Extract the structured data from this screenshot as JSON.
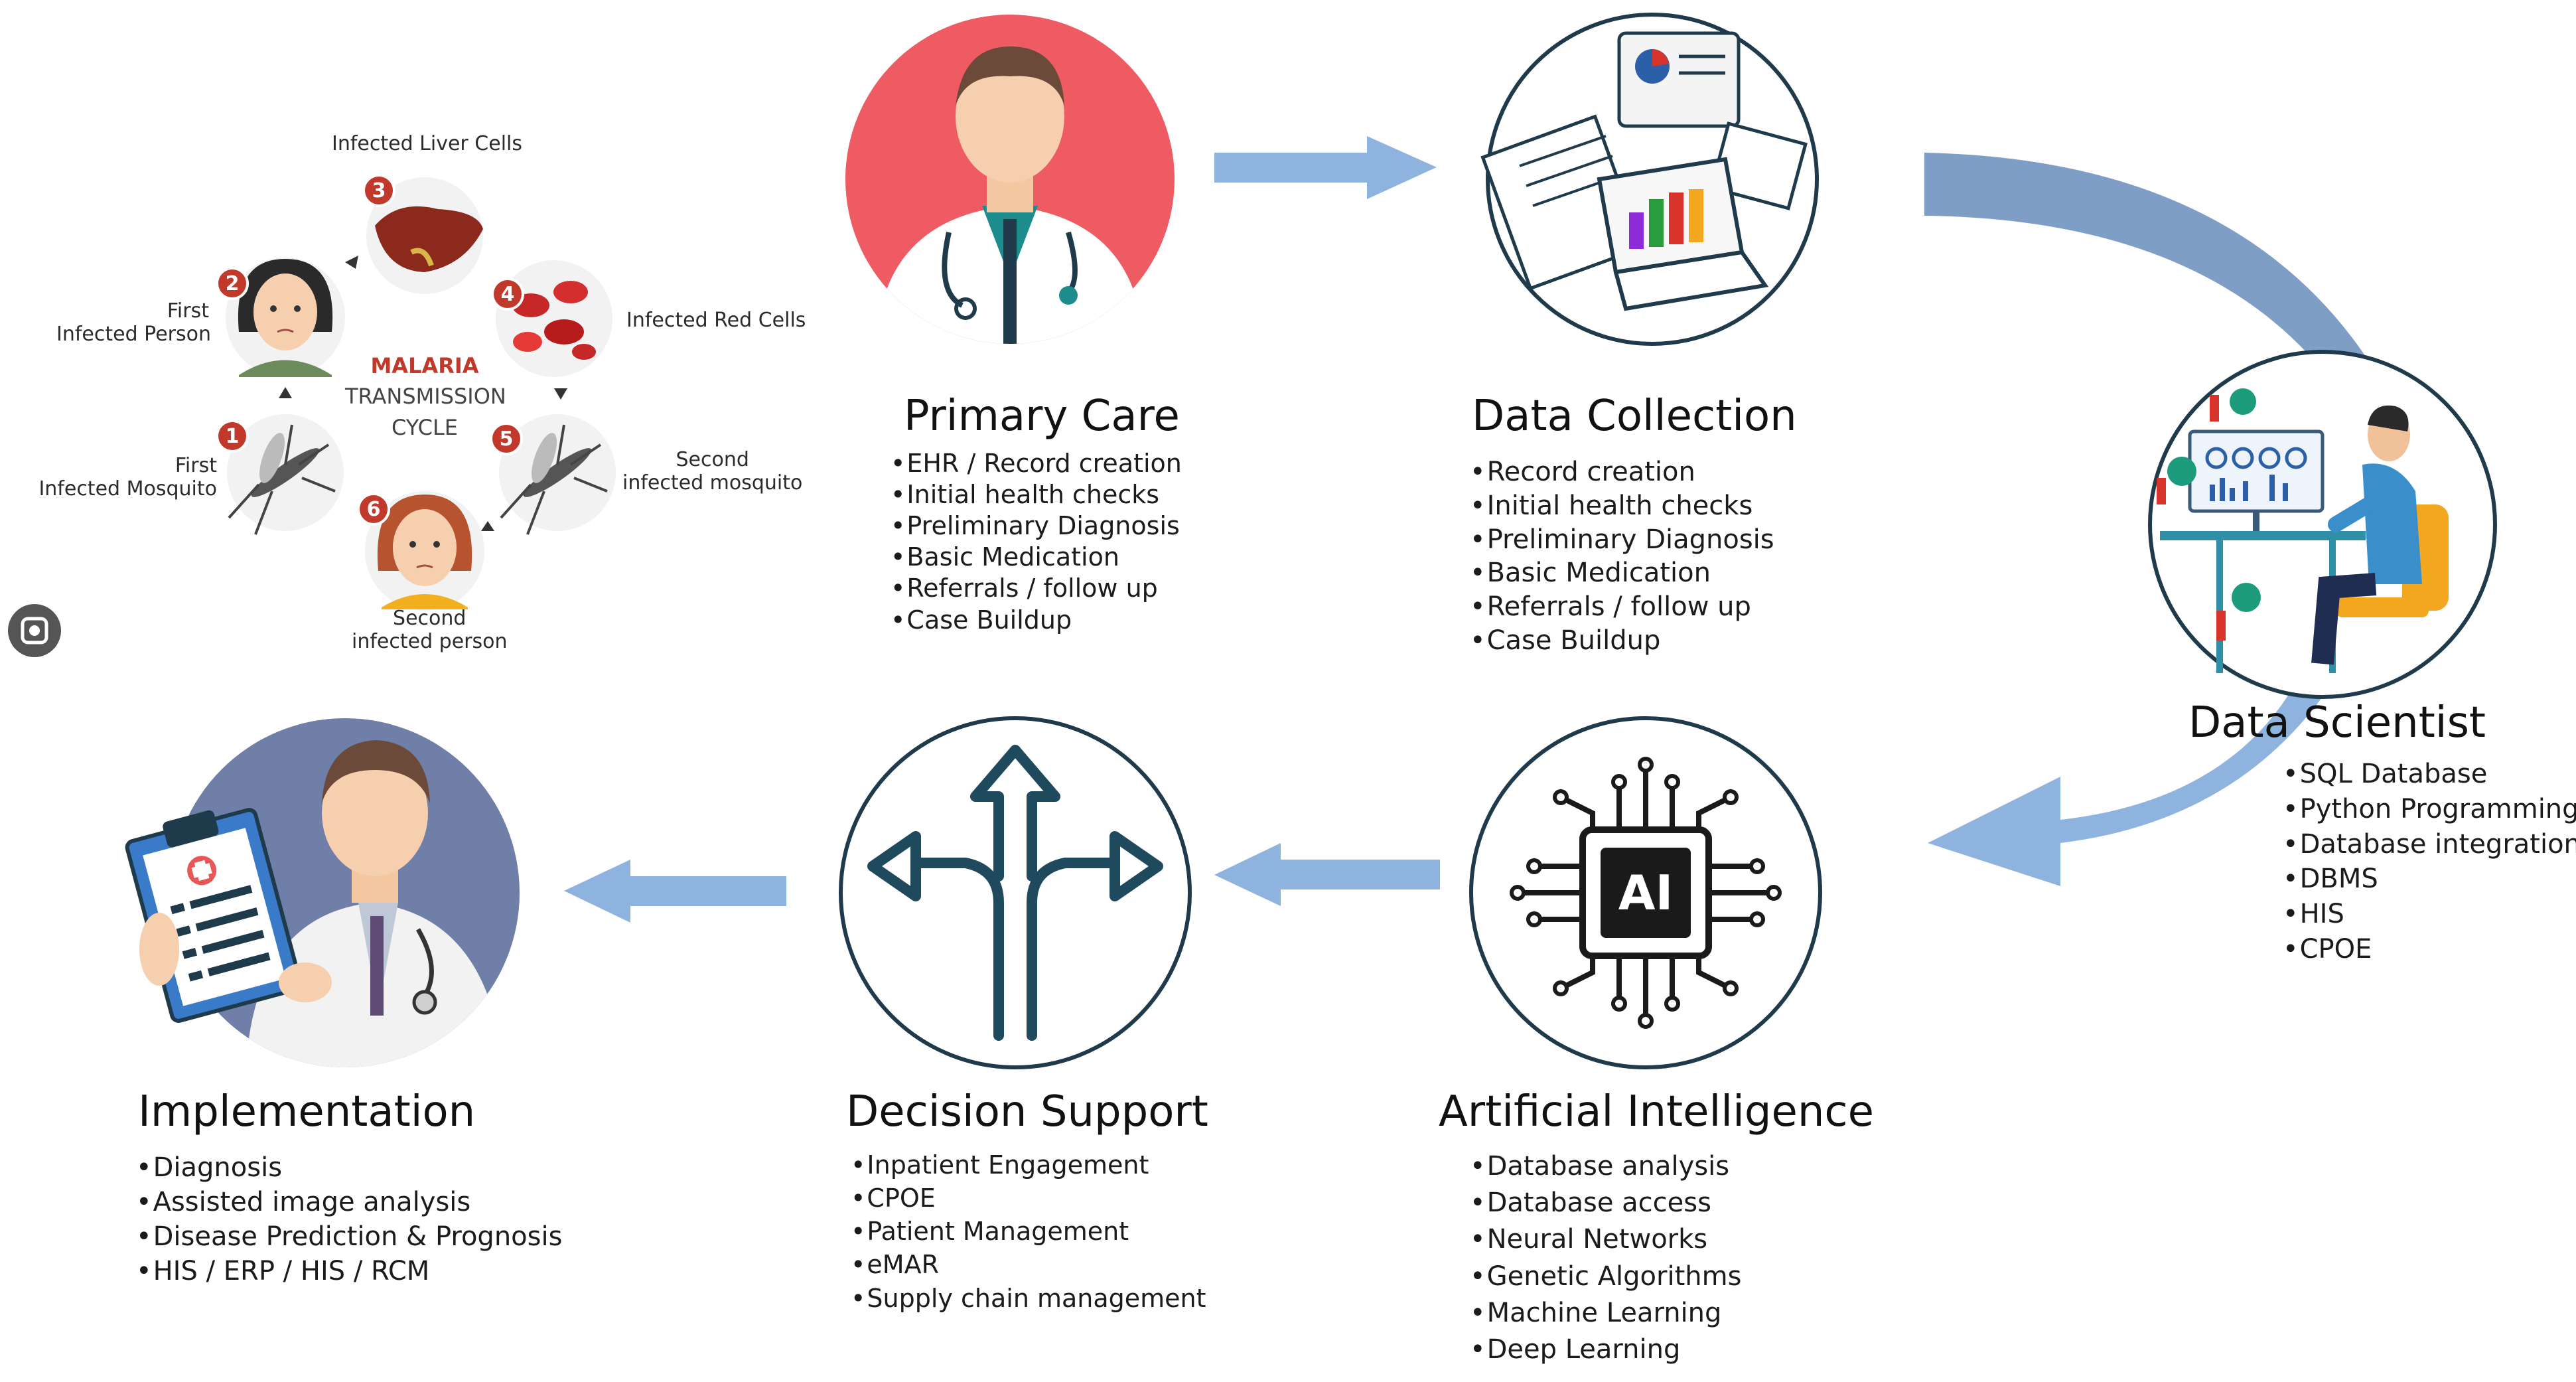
{
  "malaria": {
    "title": "MALARIA",
    "subtitle_1": "TRANSMISSION",
    "subtitle_2": "CYCLE",
    "steps": [
      {
        "num": "1",
        "line1": "First",
        "line2": "Infected Mosquito"
      },
      {
        "num": "2",
        "line1": "First",
        "line2": "Infected Person"
      },
      {
        "num": "3",
        "line1": "Infected Liver Cells",
        "line2": ""
      },
      {
        "num": "4",
        "line1": "Infected Red Cells",
        "line2": ""
      },
      {
        "num": "5",
        "line1": "Second",
        "line2": "infected mosquito"
      },
      {
        "num": "6",
        "line1": "Second",
        "line2": "infected person"
      }
    ]
  },
  "stages": {
    "primary_care": {
      "title": "Primary Care",
      "items": [
        "EHR / Record creation",
        "Initial health checks",
        "Preliminary Diagnosis",
        "Basic Medication",
        "Referrals / follow up",
        "Case Buildup"
      ]
    },
    "data_collection": {
      "title": "Data Collection",
      "items": [
        "Record creation",
        "Initial health checks",
        "Preliminary Diagnosis",
        "Basic Medication",
        "Referrals / follow up",
        "Case Buildup"
      ]
    },
    "data_scientist": {
      "title": "Data Scientist",
      "items": [
        "SQL Database",
        "Python Programming",
        "Database integration",
        "DBMS",
        "HIS",
        "CPOE"
      ]
    },
    "artificial_intelligence": {
      "title": "Artificial Intelligence",
      "chip_label": "AI",
      "items": [
        "Database analysis",
        "Database access",
        "Neural Networks",
        "Genetic Algorithms",
        "Machine Learning",
        "Deep Learning"
      ]
    },
    "decision_support": {
      "title": "Decision Support",
      "items": [
        "Inpatient Engagement",
        "CPOE",
        "Patient Management",
        "eMAR",
        "Supply chain management"
      ]
    },
    "implementation": {
      "title": "Implementation",
      "items": [
        "Diagnosis",
        "Assisted image analysis",
        "Disease Prediction & Prognosis",
        "HIS / ERP / HIS / RCM"
      ]
    }
  },
  "colors": {
    "arrow": "#8fb3df",
    "arrow_dark": "#6c8fb8",
    "primary_bg": "#ef5b63",
    "implementation_bg": "#6f7fa8",
    "red": "#c0392b",
    "navy": "#1f3a4a"
  },
  "icons": [
    "doctor-icon",
    "documents-laptop-icon",
    "data-scientist-desk-icon",
    "ai-chip-icon",
    "split-arrows-icon",
    "clipboard-doctor-icon",
    "lens-icon"
  ]
}
